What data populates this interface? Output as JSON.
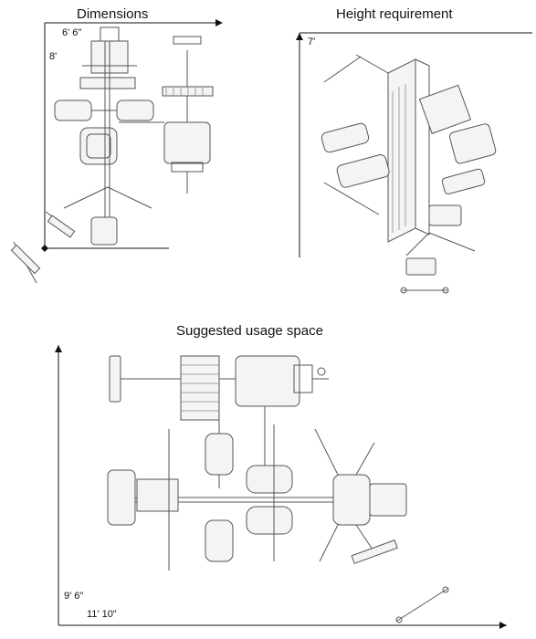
{
  "dimensions": {
    "title": "Dimensions",
    "width": "6' 6\"",
    "height": "8'"
  },
  "height_requirement": {
    "title": "Height requirement",
    "height": "7'"
  },
  "usage_space": {
    "title": "Suggested usage space",
    "height": "9' 6\"",
    "width": "11' 10\""
  }
}
